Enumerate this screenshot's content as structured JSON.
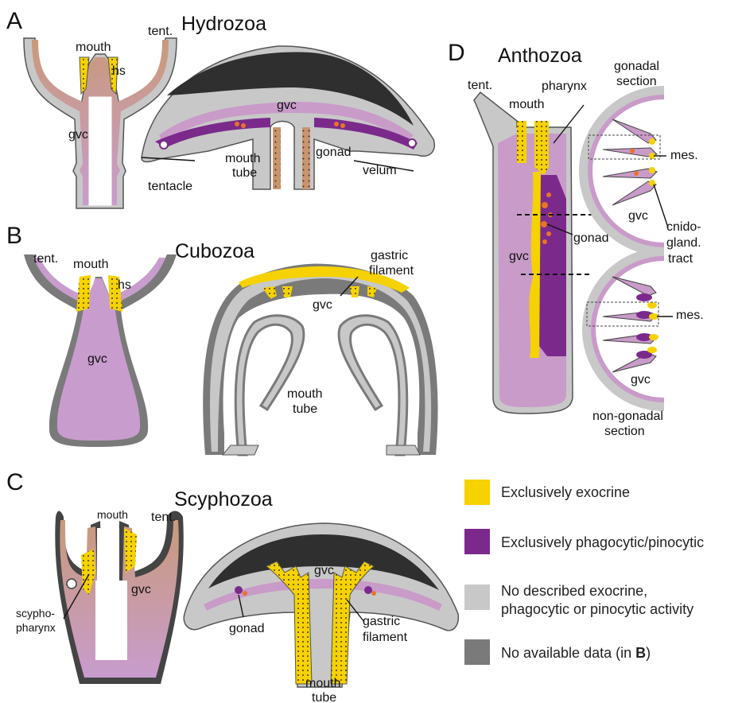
{
  "panels": {
    "A": {
      "letter": "A",
      "title": "Hydrozoa",
      "labels": {
        "tent": "tent.",
        "mouth": "mouth",
        "hs": "hs",
        "gvc_polyp": "gvc",
        "gvc_medusa": "gvc",
        "mouth_tube_1": "mouth",
        "mouth_tube_2": "tube",
        "gonad": "gonad",
        "velum": "velum",
        "tentacle": "tentacle"
      }
    },
    "B": {
      "letter": "B",
      "title": "Cubozoa",
      "labels": {
        "tent": "tent.",
        "mouth": "mouth",
        "hs": "hs",
        "gvc_polyp": "gvc",
        "gvc_medusa": "gvc",
        "gastric_1": "gastric",
        "gastric_2": "filament",
        "mouth_tube_1": "mouth",
        "mouth_tube_2": "tube"
      }
    },
    "C": {
      "letter": "C",
      "title": "Scyphozoa",
      "labels": {
        "tent": "tent.",
        "mouth": "mouth",
        "gvc_polyp": "gvc",
        "scypho_1": "scypho-",
        "scypho_2": "pharynx",
        "gvc_medusa": "gvc",
        "gonad": "gonad",
        "gastric_1": "gastric",
        "gastric_2": "filament",
        "mouth_tube_1": "mouth",
        "mouth_tube_2": "tube"
      }
    },
    "D": {
      "letter": "D",
      "title": "Anthozoa",
      "labels": {
        "tent": "tent.",
        "mouth": "mouth",
        "pharynx": "pharynx",
        "gonadal_1": "gonadal",
        "gonadal_2": "section",
        "mes_1": "mes.",
        "gvc_body": "gvc",
        "gonad": "gonad",
        "gvc_section_1": "gvc",
        "cnido_1": "cnido-",
        "cnido_2": "gland.",
        "cnido_3": "tract",
        "mes_2": "mes.",
        "gvc_section_2": "gvc",
        "nongonadal_1": "non-gonadal",
        "nongonadal_2": "section"
      }
    }
  },
  "legend": {
    "items": [
      {
        "label": "Exclusively exocrine",
        "color": "#f5d200"
      },
      {
        "label": "Exclusively phagocytic/pinocytic",
        "color": "#7b2a8c"
      },
      {
        "label_1": "No described exocrine,",
        "label_2": "phagocytic or pinocytic activity",
        "color": "#c8c8c8"
      },
      {
        "label_prefix": "No available data (in ",
        "label_bold": "B",
        "label_suffix": ")",
        "color": "#7a7a7a"
      }
    ]
  },
  "colors": {
    "yellow": "#f5d200",
    "purple": "#7b2a8c",
    "lilac": "#c99bc9",
    "light_gray": "#c8c8c8",
    "dark_gray": "#7a7a7a",
    "mesoglea": "#333333",
    "tan": "#c8956e",
    "orange": "#e8742a"
  }
}
